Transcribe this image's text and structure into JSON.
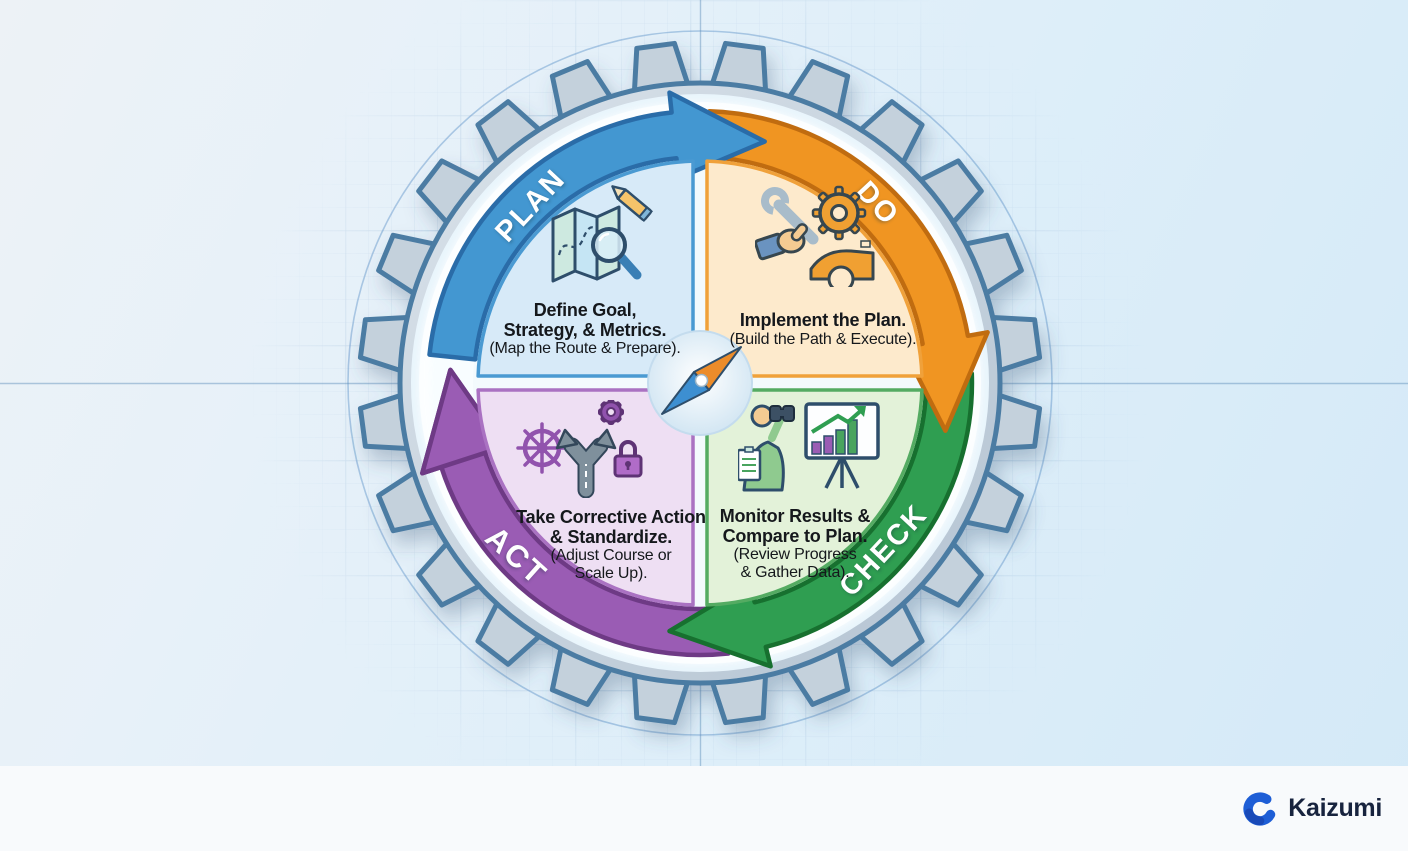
{
  "diagram": {
    "name": "PDCA continuous improvement cycle",
    "center_icon": "compass-icon",
    "quadrants": [
      {
        "id": "plan",
        "label": "PLAN",
        "color": "#4397d1",
        "fill": "#d7eaf8",
        "title_line1": "Define Goal,",
        "title_line2": "Strategy, & Metrics.",
        "subtitle_line1": "(Map the Route & Prepare).",
        "subtitle_line2": "",
        "icon": "map-magnifier-pencil-icon"
      },
      {
        "id": "do",
        "label": "DO",
        "color": "#f09522",
        "fill": "#fdeacc",
        "title_line1": "Implement the Plan.",
        "title_line2": "",
        "subtitle_line1": "(Build the Path & Execute).",
        "subtitle_line2": "",
        "icon": "hand-wrench-gear-icon"
      },
      {
        "id": "check",
        "label": "CHECK",
        "color": "#2f9e51",
        "fill": "#e3f2d9",
        "title_line1": "Monitor Results &",
        "title_line2": "Compare to Plan.",
        "subtitle_line1": "(Review Progress",
        "subtitle_line2": "& Gather Data).",
        "icon": "binoculars-chart-icon"
      },
      {
        "id": "act",
        "label": "ACT",
        "color": "#9a5cb4",
        "fill": "#eedff3",
        "title_line1": "Take Corrective Action",
        "title_line2": "& Standardize.",
        "subtitle_line1": "(Adjust Course or",
        "subtitle_line2": "Scale Up).",
        "icon": "ship-wheel-fork-lock-icon"
      }
    ]
  },
  "footer": {
    "brand": "Kaizumi",
    "logo": "wave-c-icon"
  }
}
